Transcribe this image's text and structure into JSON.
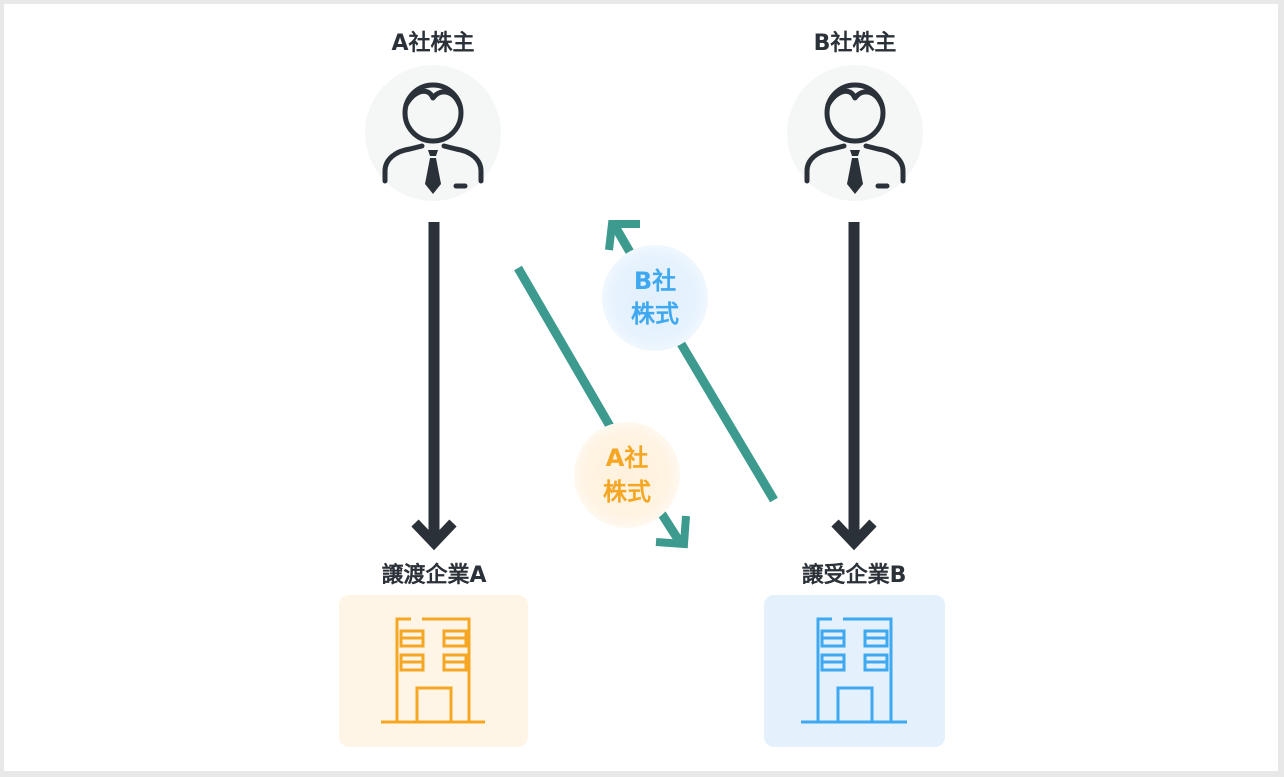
{
  "shareholders": {
    "a": {
      "label": "A社株主"
    },
    "b": {
      "label": "B社株主"
    }
  },
  "companies": {
    "a": {
      "label": "譲渡企業A"
    },
    "b": {
      "label": "譲受企業B"
    }
  },
  "badges": {
    "a_shares": {
      "line1": "A社",
      "line2": "株式"
    },
    "b_shares": {
      "line1": "B社",
      "line2": "株式"
    }
  },
  "colors": {
    "text": "#2b3138",
    "arrow_dark": "#2b3138",
    "arrow_teal": "#3d9a8e",
    "avatar_bg": "#f5f7f7",
    "orange": "#f5a623",
    "orange_bg": "#fff5e6",
    "blue": "#3ea8f0",
    "blue_bg": "#e4f1fc"
  },
  "icons": {
    "shareholder": "businessman-icon",
    "company": "office-building-icon"
  }
}
